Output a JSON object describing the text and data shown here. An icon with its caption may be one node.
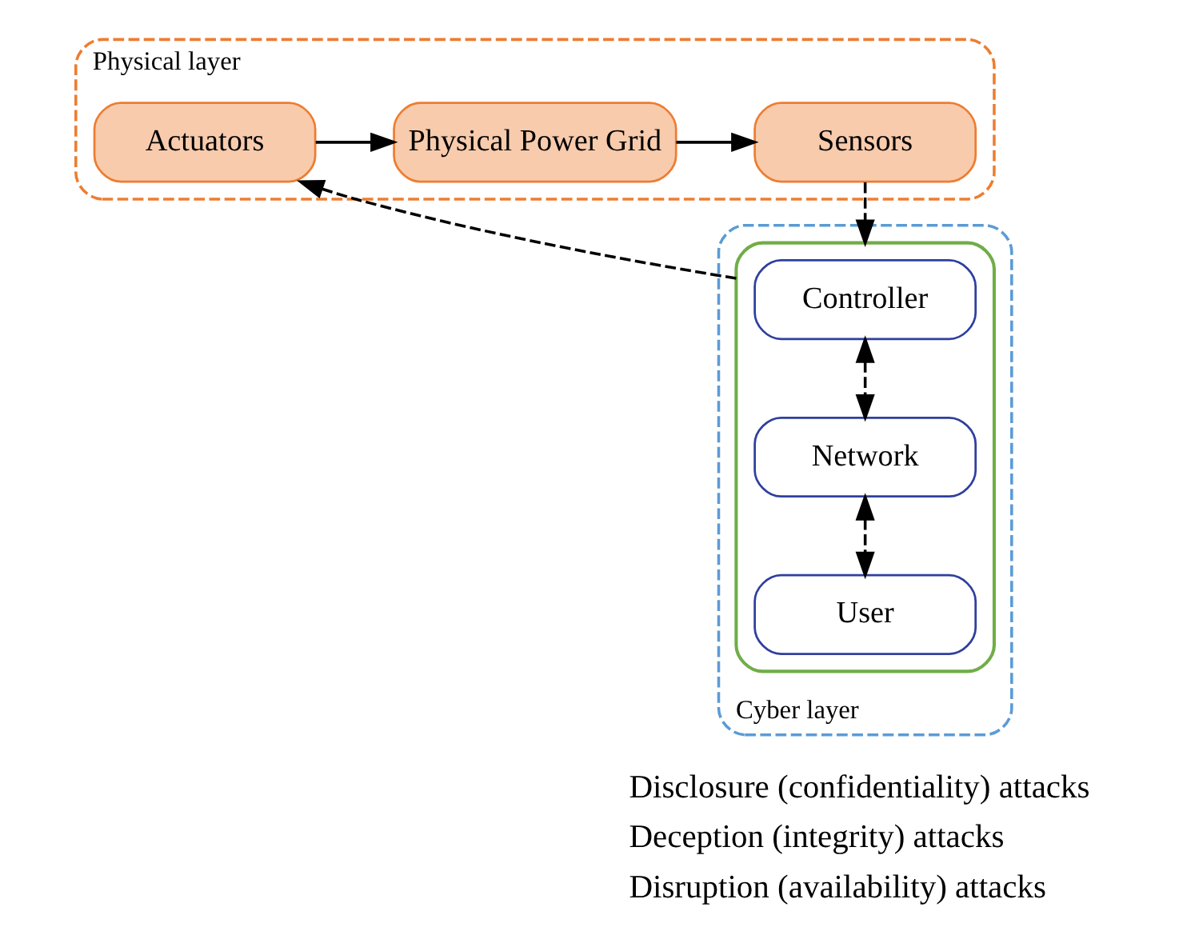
{
  "diagram": {
    "nodes": [
      {
        "text": [
          "Physical layer"
        ]
      },
      {
        "text": [
          "Actuators"
        ],
        "in": 0
      },
      {
        "text": [
          "Physical Power Grid"
        ],
        "in": 0
      },
      {
        "text": [
          "Sensors"
        ],
        "in": 0
      },
      {
        "text": [
          "Cyber layer"
        ]
      },
      {
        "text": [],
        "shape": "box",
        "in": 4
      },
      {
        "text": [
          "Controller"
        ],
        "in": 5
      },
      {
        "text": [
          "Network"
        ],
        "in": 5
      },
      {
        "text": [
          "User"
        ],
        "in": 5
      }
    ],
    "edges": [
      {
        "from": 1,
        "to": 2,
        "arrow": "to"
      },
      {
        "from": 2,
        "to": 3,
        "arrow": "to"
      },
      {
        "from": 3,
        "to": 5,
        "arrow": "to",
        "style": "dashed"
      },
      {
        "from": 5,
        "to": 1,
        "arrow": "to",
        "style": "dashed"
      },
      {
        "from": 6,
        "to": 7,
        "arrow": "both",
        "style": "dashed"
      },
      {
        "from": 7,
        "to": 8,
        "arrow": "both",
        "style": "dashed"
      }
    ],
    "labels": [
      "Disclosure (confidentiality) attacks",
      "Deception (integrity) attacks",
      "Disruption (availability) attacks"
    ]
  }
}
